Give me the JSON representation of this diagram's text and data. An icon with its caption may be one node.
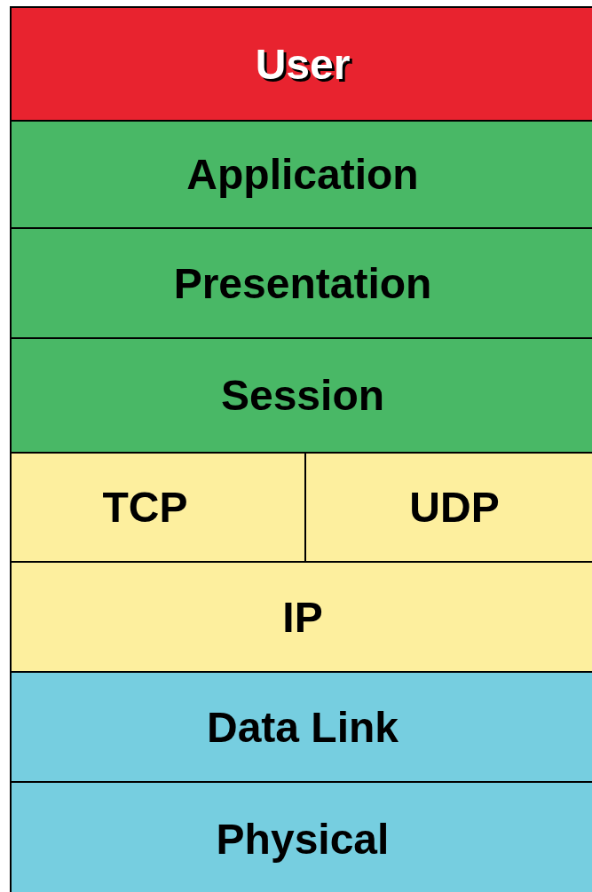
{
  "diagram": {
    "nodes": [
      {
        "text": [
          "User"
        ]
      },
      {
        "text": [
          "Application"
        ]
      },
      {
        "text": [
          "Presentation"
        ]
      },
      {
        "text": [
          "Session"
        ]
      },
      {
        "text": [
          "TCP"
        ]
      },
      {
        "text": [
          "UDP"
        ]
      },
      {
        "text": [
          "IP"
        ]
      },
      {
        "text": [
          "Data Link"
        ]
      },
      {
        "text": [
          "Physical"
        ]
      }
    ]
  }
}
